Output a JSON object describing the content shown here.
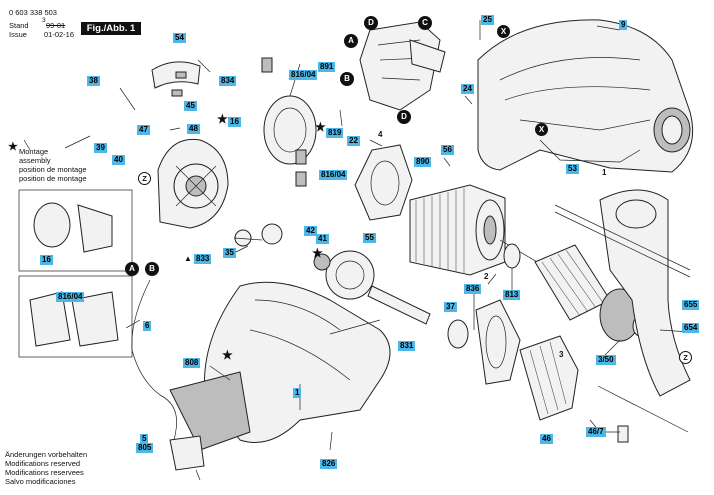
{
  "header": {
    "part_number": "0 603 338 503",
    "stand_label": "Stand",
    "issue_label": "Issue",
    "stand_old": "99-01",
    "stand_value": "3",
    "issue_date": "01-02-16",
    "fig_label": "Fig./Abb. 1"
  },
  "montage": {
    "star": "★",
    "lines": [
      "Montage",
      "assembly",
      "position de montage",
      "position de montage"
    ]
  },
  "footer": {
    "lines": [
      "Änderungen vorbehalten",
      "Modifications reserved",
      "Modifications reservees",
      "Salvo modificaciones"
    ]
  },
  "callouts": [
    "25",
    "9",
    "54",
    "891",
    "834",
    "816/04",
    "38",
    "45",
    "24",
    "16",
    "47",
    "48",
    "819",
    "22",
    "56",
    "890",
    "53",
    "39",
    "40",
    "816/04",
    "55",
    "42",
    "41",
    "833",
    "35",
    "16",
    "836",
    "2",
    "813",
    "816/04",
    "37",
    "655",
    "654",
    "6",
    "831",
    "3/50",
    "808",
    "1",
    "46",
    "46/7",
    "5",
    "805",
    "826"
  ],
  "letters": [
    "D",
    "C",
    "A",
    "B",
    "D",
    "X",
    "X",
    "A",
    "B",
    "Z",
    "Z"
  ],
  "plain_labels": [
    "4",
    "3",
    "2",
    "1"
  ],
  "stars": [
    "★",
    "★",
    "★",
    "★",
    "▲"
  ]
}
